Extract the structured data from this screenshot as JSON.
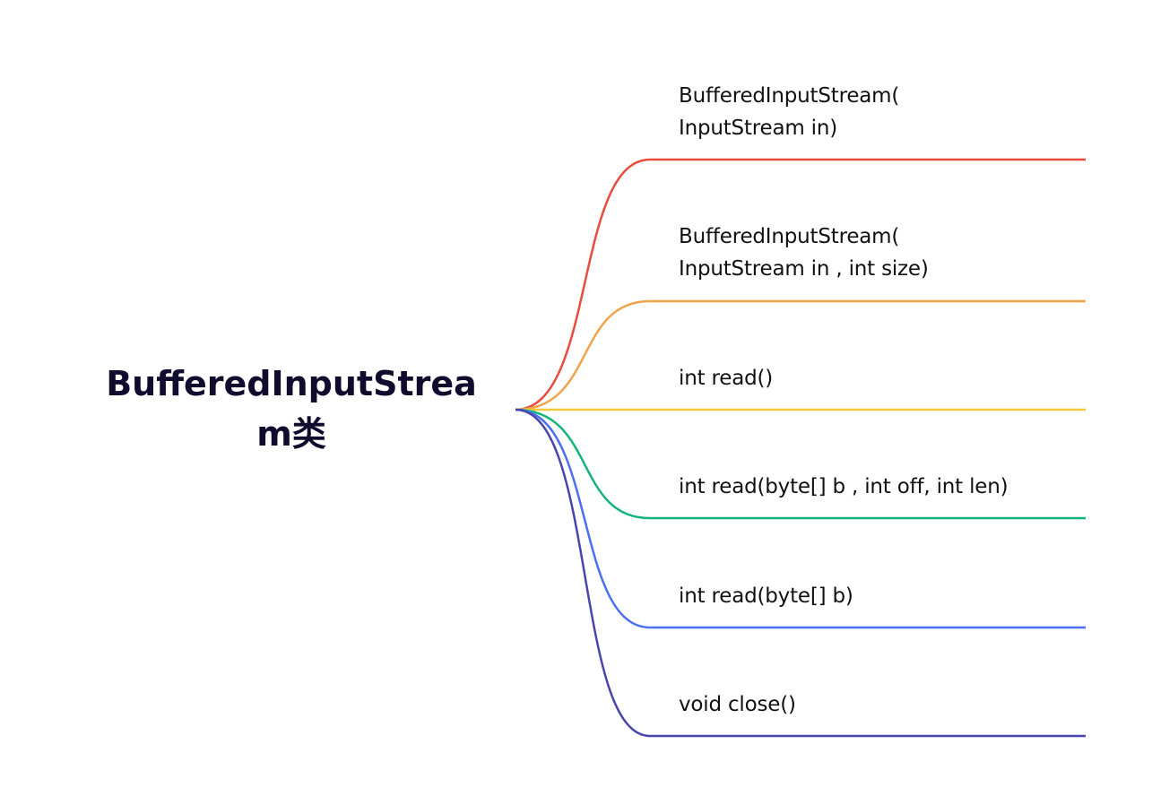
{
  "root": {
    "line1": "BufferedInputStrea",
    "line2": "m类"
  },
  "branches": [
    {
      "lines": [
        "BufferedInputStream(",
        "InputStream in)"
      ],
      "color": "#e84c3d"
    },
    {
      "lines": [
        "BufferedInputStream(",
        "InputStream in , int size)"
      ],
      "color": "#f2a24b"
    },
    {
      "lines": [
        "int read()"
      ],
      "color": "#f5c93b"
    },
    {
      "lines": [
        "int read(byte[] b , int off, int len)"
      ],
      "color": "#13b47c"
    },
    {
      "lines": [
        "int read(byte[] b)"
      ],
      "color": "#4a6ff0"
    },
    {
      "lines": [
        "void close()"
      ],
      "color": "#4845ac"
    }
  ]
}
